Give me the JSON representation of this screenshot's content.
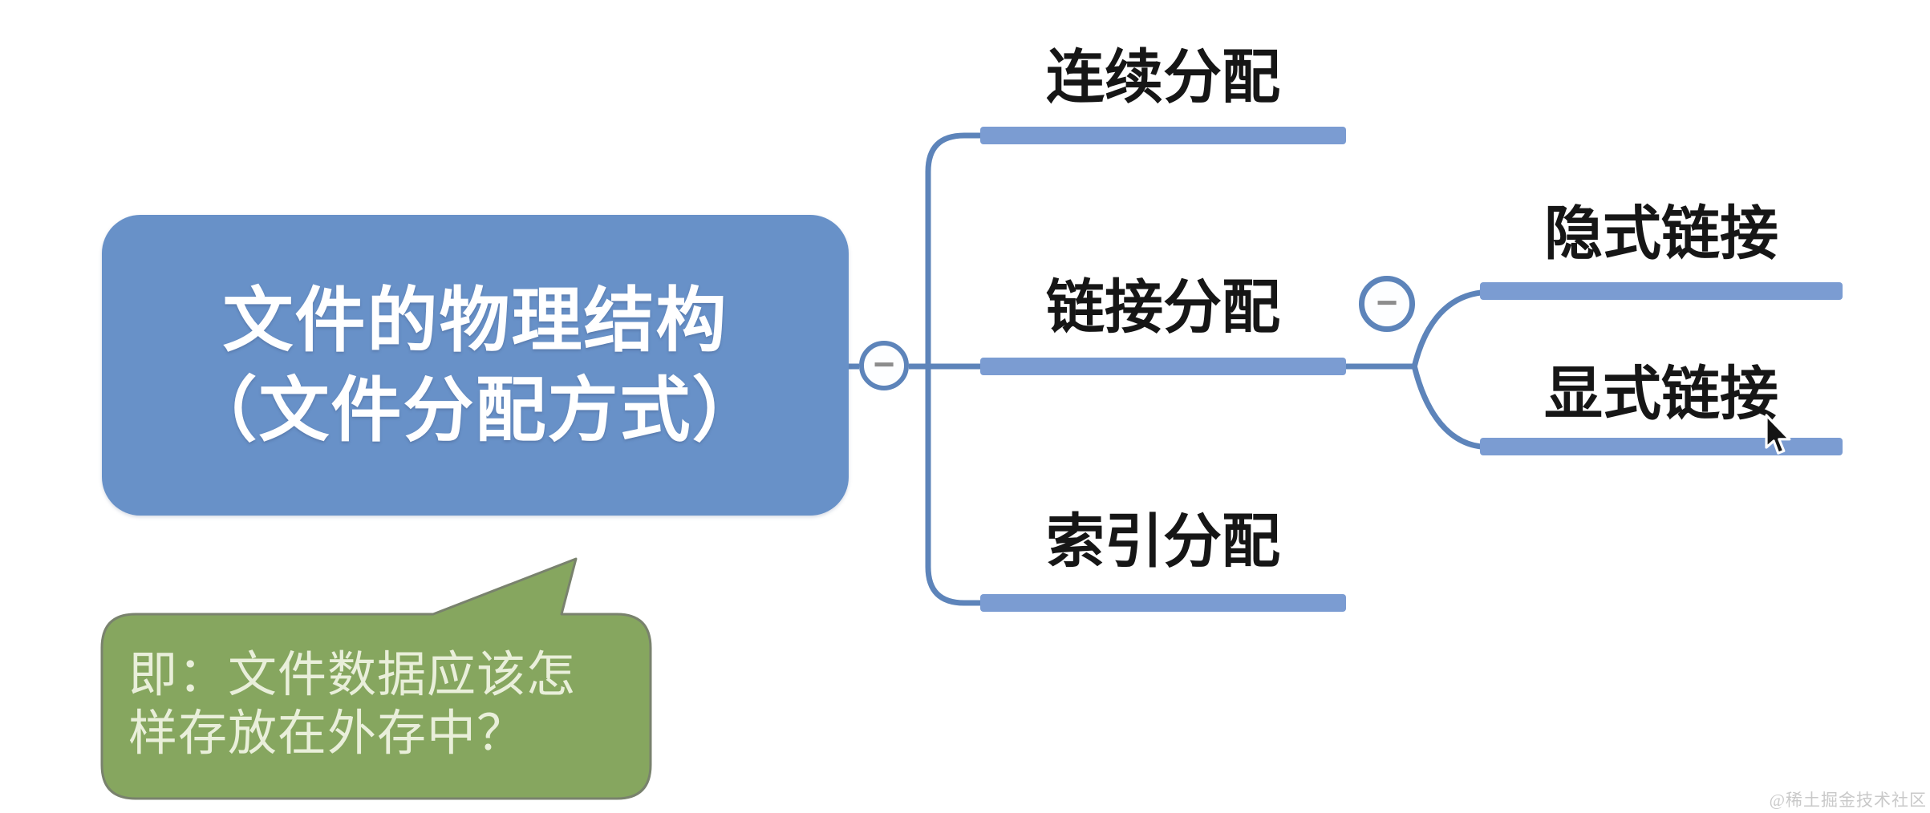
{
  "mindmap": {
    "root": {
      "line1": "文件的物理结构",
      "line2": "（文件分配方式）"
    },
    "branches": [
      {
        "id": "continuous",
        "label": "连续分配"
      },
      {
        "id": "linked",
        "label": "链接分配",
        "children": [
          {
            "id": "implicit",
            "label": "隐式链接"
          },
          {
            "id": "explicit",
            "label": "显式链接"
          }
        ]
      },
      {
        "id": "indexed",
        "label": "索引分配"
      }
    ],
    "collapse_button_glyph": "−",
    "note": {
      "line1": "即：文件数据应该怎",
      "line2": "样存放在外存中？"
    }
  },
  "watermark": {
    "text": "@稀土掘金技术社区"
  },
  "colors": {
    "root_node_blue": "#6891c8",
    "branch_bar_blue": "#7b9cd2",
    "connector_line_blue": "#5d84ba",
    "note_green": "#86a65f",
    "note_border_gray": "#79826d",
    "note_text_green_white": "#e9efda",
    "branch_label_black": "#161616",
    "minus_gray": "#8c8c8c",
    "watermark_gray": "#c9c9c9"
  }
}
